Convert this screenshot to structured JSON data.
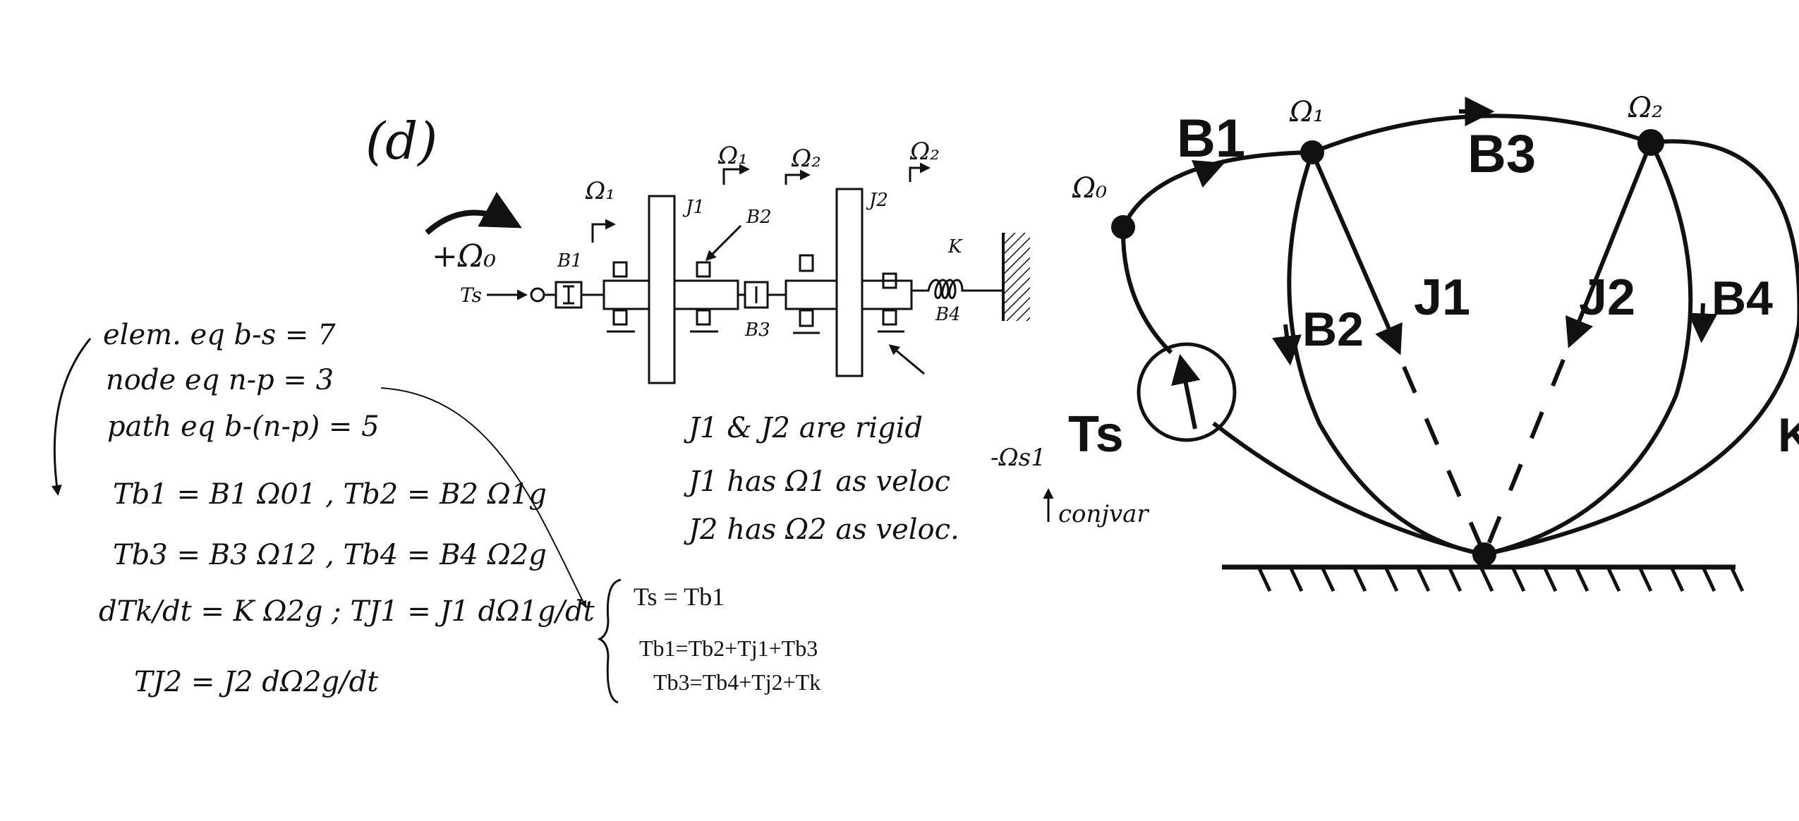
{
  "part_label": "(d)",
  "mechanical_schematic": {
    "input_velocity": "+Ω₀",
    "source_torque": "Ts",
    "velocity_labels": [
      "Ω₁",
      "Ω₁",
      "Ω₂",
      "Ω₂"
    ],
    "inertia_labels": [
      "J1",
      "J2"
    ],
    "damper_labels": [
      "B1",
      "B2",
      "B3",
      "B4"
    ],
    "spring_label": "K"
  },
  "notes_center": [
    "J1 & J2 are rigid",
    "J1 has Ω1 as veloc",
    "J2 has Ω2 as veloc."
  ],
  "equations_left": [
    "elem. eq  b-s = 7",
    "node eq  n-p = 3",
    "path eq  b-(n-p) = 5",
    "Tb1 = B1 Ω01 ,  Tb2 = B2 Ω1g",
    "Tb3 = B3 Ω12 ,  Tb4 = B4 Ω2g",
    "dTk/dt = K Ω2g ;   TJ1 = J1 dΩ1g/dt",
    "TJ2 = J2 dΩ2g/dt"
  ],
  "equations_node": [
    "Ts = Tb1",
    "Tb1=Tb2+Tj1+Tb3",
    "Tb3=Tb4+Tj2+Tk"
  ],
  "source_note": {
    "variable": "-Ωs1",
    "caption": "conjvar"
  },
  "linear_graph": {
    "nodes": [
      "Ω₀",
      "Ω₁",
      "Ω₂"
    ],
    "branches": [
      "B1",
      "B3",
      "B2",
      "J1",
      "J2",
      "B4",
      "K"
    ],
    "source": "Ts"
  }
}
